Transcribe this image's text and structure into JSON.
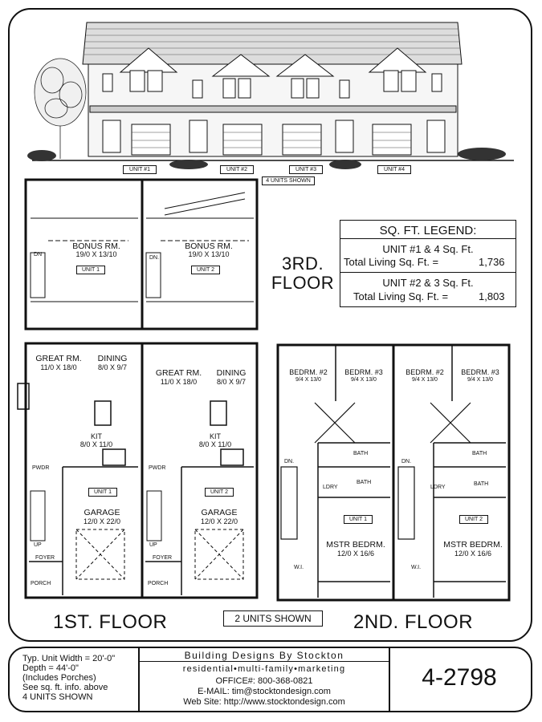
{
  "elevation": {
    "units": [
      "UNIT #1",
      "UNIT #2",
      "UNIT #3",
      "UNIT #4"
    ],
    "units_shown": "4 UNITS SHOWN"
  },
  "third_floor": {
    "title_line1": "3RD.",
    "title_line2": "FLOOR",
    "rooms": [
      {
        "name": "BONUS RM.",
        "dims": "19/0 X 13/10",
        "unit": "UNIT 1",
        "stair": "DN"
      },
      {
        "name": "BONUS RM.",
        "dims": "19/0 X 13/10",
        "unit": "UNIT 2",
        "stair": "DN."
      }
    ]
  },
  "legend": {
    "title": "SQ. FT. LEGEND:",
    "row1_label": "UNIT #1 & 4 Sq. Ft.",
    "row1_total_label": "Total Living Sq. Ft. =",
    "row1_total": "1,736",
    "row2_label": "UNIT #2 & 3  Sq. Ft.",
    "row2_total_label": "Total Living Sq. Ft. =",
    "row2_total": "1,803"
  },
  "first_floor": {
    "title": "1ST. FLOOR",
    "units": [
      {
        "great": "GREAT RM.",
        "great_dims": "11/0 X 18/0",
        "dining": "DINING",
        "dining_dims": "8/0 X 9/7",
        "kit": "KIT",
        "kit_dims": "8/0 X 11/0",
        "pwdr": "PWDR",
        "unit": "UNIT 1",
        "garage": "GARAGE",
        "garage_dims": "12/0 X 22/0",
        "up": "UP",
        "foyer": "FOYER",
        "porch": "PORCH"
      },
      {
        "great": "GREAT RM.",
        "great_dims": "11/0 X 18/0",
        "dining": "DINING",
        "dining_dims": "8/0 X 9/7",
        "kit": "KIT",
        "kit_dims": "8/0 X 11/0",
        "pwdr": "PWDR",
        "unit": "UNIT 2",
        "garage": "GARAGE",
        "garage_dims": "12/0 X 22/0",
        "up": "UP",
        "foyer": "FOYER",
        "porch": "PORCH"
      }
    ]
  },
  "units_shown_2": "2 UNITS SHOWN",
  "second_floor": {
    "title": "2ND. FLOOR",
    "units": [
      {
        "bed2": "BEDRM. #2",
        "bed2_dims": "9/4 X 13/0",
        "bed3": "BEDRM. #3",
        "bed3_dims": "9/4 X 13/0",
        "bath": "BATH",
        "bath2": "BATH",
        "ldry": "LDRY",
        "dn": "DN.",
        "unit": "UNIT 1",
        "mstr": "MSTR BEDRM.",
        "mstr_dims": "12/0 X 16/6",
        "wi": "W.I."
      },
      {
        "bed2": "BEDRM. #2",
        "bed2_dims": "9/4 X 13/0",
        "bed3": "BEDRM. #3",
        "bed3_dims": "9/4 X 13/0",
        "bath": "BATH",
        "bath2": "BATH",
        "ldry": "LDRY",
        "dn": "DN.",
        "unit": "UNIT 2",
        "mstr": "MSTR BEDRM.",
        "mstr_dims": "12/0 X 16/6",
        "wi": "W.I."
      }
    ]
  },
  "footer": {
    "specs": [
      "Typ. Unit  Width = 20'-0\"",
      "Depth   = 44'-0\"",
      "(Includes Porches)",
      "See sq. ft. info. above",
      "4 UNITS SHOWN"
    ],
    "company": "Building Designs By Stockton",
    "tagline": "residential•multi-family•marketing",
    "office": "OFFICE#: 800-368-0821",
    "email": "E-MAIL:  tim@stocktondesign.com",
    "web": "Web Site:    http://www.stocktondesign.com",
    "plan_number": "4-2798"
  }
}
